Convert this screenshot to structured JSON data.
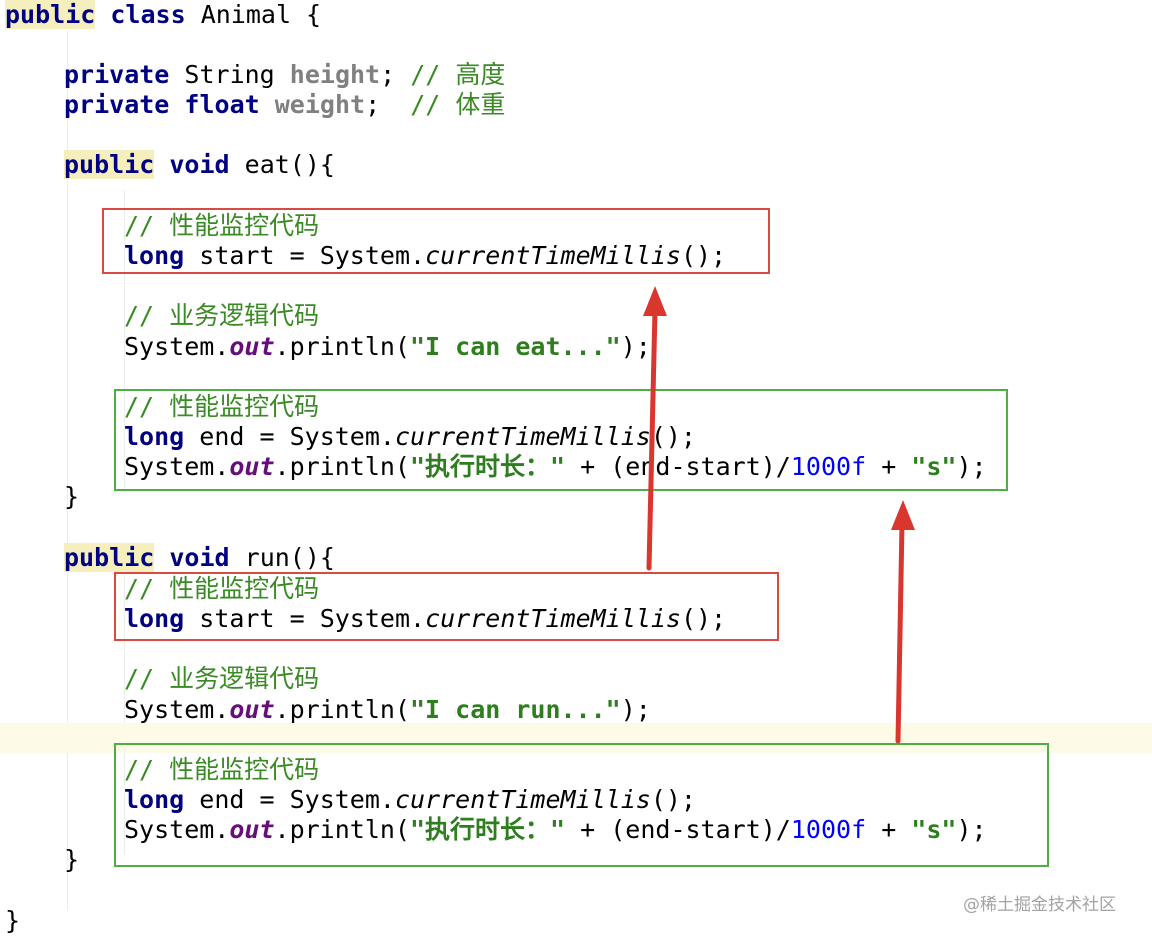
{
  "code": {
    "class_decl": {
      "kw1": "public",
      "kw2": "class",
      "name": "Animal {"
    },
    "field_height": {
      "kw": "private",
      "type": "String",
      "name": "height",
      "semi": ";",
      "comment": "// 高度"
    },
    "field_weight": {
      "kw": "private",
      "kw2": "float",
      "name": "weight",
      "semi": ";",
      "comment": "// 体重"
    },
    "eat_decl": {
      "kw1": "public",
      "kw2": "void",
      "sig": "eat(){"
    },
    "run_decl": {
      "kw1": "public",
      "kw2": "void",
      "sig": "run(){"
    },
    "perf_comment": "// 性能监控代码",
    "biz_comment": "// 业务逻辑代码",
    "long_kw": "long",
    "start_assign": "start = System.",
    "end_assign": "end = System.",
    "millis_method": "currentTimeMillis",
    "call_end": "();",
    "sys_prefix": "System.",
    "out_field": "out",
    "println_open": ".println(",
    "println_close": ");",
    "eat_string": "\"I can eat...\"",
    "run_string": "\"I can run...\"",
    "duration_label": "\"执行时长：\"",
    "duration_mid": " + (end-start)/",
    "duration_num": "1000f",
    "duration_plus": " + ",
    "duration_unit": "\"s\"",
    "close_brace": "}"
  },
  "watermark": "@稀土掘金技术社区",
  "colors": {
    "keyword": "#000080",
    "comment": "#3a8a25",
    "string": "#2e7d1f",
    "field": "#808080",
    "static_field": "#660e7a",
    "number": "#0000ff",
    "red_box": "#d94a42",
    "green_box": "#4dae45",
    "arrow": "#d9362e"
  }
}
